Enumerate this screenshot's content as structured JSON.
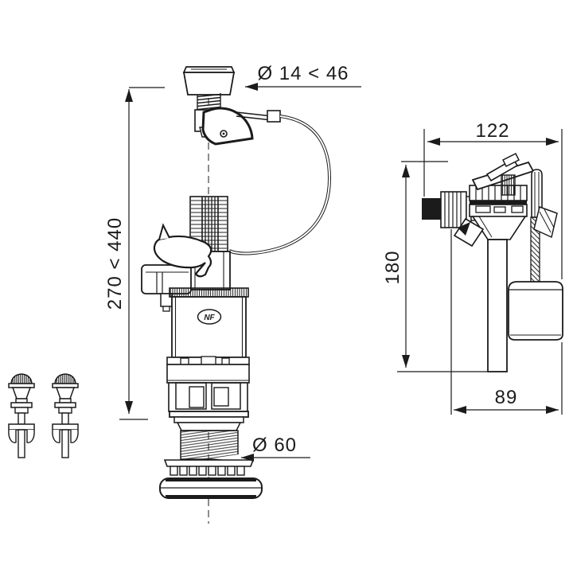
{
  "page": {
    "background": "#ffffff",
    "ink": "#1b1b1b"
  },
  "labels": {
    "dim_button": "Ø 14 < 46",
    "dim_height": "270 < 440",
    "dim_outlet": "Ø 60",
    "dim_width": "122",
    "dim_fill_height": "180",
    "dim_float": "89",
    "nf_mark": "NF"
  }
}
